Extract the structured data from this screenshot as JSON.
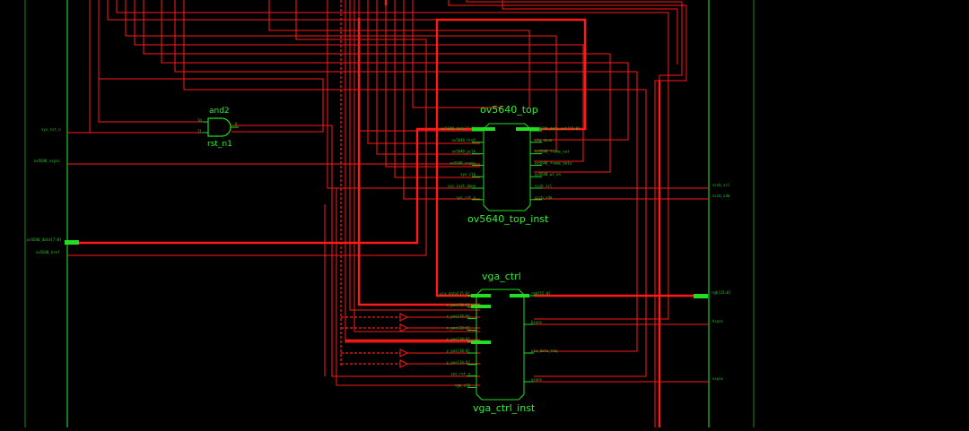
{
  "colors": {
    "background": "#000000",
    "net": "#ff1a1a",
    "cell": "#22dd22",
    "border": "#22cc22"
  },
  "gate": {
    "type": "and2",
    "instance": "rst_n1",
    "pins": {
      "in0": "I0",
      "in1": "I1",
      "out": "O"
    }
  },
  "ov_top": {
    "name": "ov5640_top",
    "instance": "ov5640_top_inst",
    "inputs": [
      "ov5640_data[7:0]",
      "ov5640_href",
      "ov5640_pclk",
      "ov5640_vsync",
      "sys_clk",
      "sys_init_done",
      "sys_rst_n"
    ],
    "outputs": [
      "ov5640_data_out[15:0]",
      "cfg_done",
      "ov5640_frame_out",
      "ov5640_frame_data",
      "ov5640_wr_en",
      "sccb_scl",
      "sccb_sda"
    ]
  },
  "vga": {
    "name": "vga_ctrl",
    "instance": "vga_ctrl_inst",
    "inputs": [
      "pix_data[15:0]",
      "x_pos[10:0]",
      "x_pos[10:0]",
      "x_pos[10:0]",
      "x_pos[10:0]",
      "y_pos[10:0]",
      "y_pos[10:0]",
      "sys_rst_n",
      "vga_clk"
    ],
    "outputs": [
      "rgb[15:0]",
      "hsync",
      "pix_data_req",
      "vsync"
    ]
  },
  "left_ports": [
    "sys_rst_n",
    "ov5640_vsync",
    "ov5640_data[7:0]",
    "ov5640_href"
  ],
  "right_ports": [
    "sccb_scl",
    "sccb_sda",
    "rgb[15:0]",
    "hsync",
    "vsync"
  ]
}
